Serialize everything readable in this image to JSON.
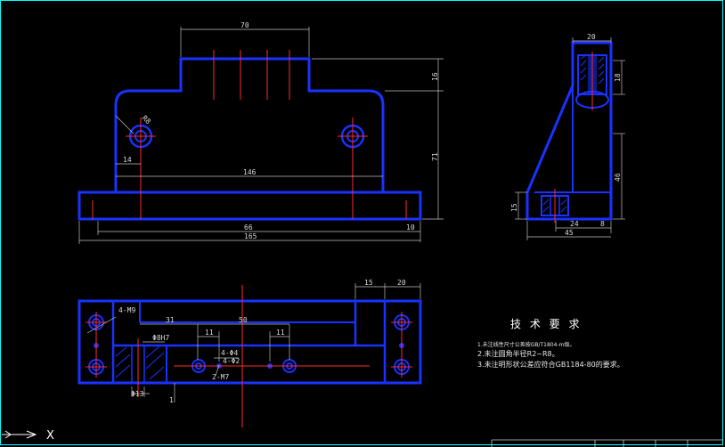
{
  "colors": {
    "background": "#000000",
    "outline": "#1a32ff",
    "dimension": "#bfbfbf",
    "center": "#ff2a2a",
    "text": "#e6e6e6",
    "border": "#00ffff"
  },
  "front_view": {
    "dims": {
      "top_width": "70",
      "right_top": "16",
      "right_height": "71",
      "radius": "R8",
      "hole_offset": "14",
      "inner_width": "146",
      "bottom_66": "66",
      "bottom_10": "10",
      "overall": "165"
    }
  },
  "side_view": {
    "dims": {
      "top": "20",
      "right_top": "18",
      "right_mid": "46",
      "left_low": "15",
      "bot_24": "24",
      "bot_8": "8",
      "bottom": "45"
    }
  },
  "plan_view": {
    "dims": {
      "d15": "15",
      "d20": "20",
      "d31": "31",
      "d50": "50",
      "d11a": "11",
      "d11b": "11",
      "hole_4m9": "4-M9",
      "hole_8h7": "Φ8H7",
      "hole_4d4": "4-Φ4",
      "hole_4d2": "4-Φ2",
      "hole_2m7": "2-M7",
      "d13": "Φ13",
      "d1": "1"
    }
  },
  "notes": {
    "title": "技 术 要 求",
    "items": [
      "1.未注线性尺寸公差按GB/T1804-m级。",
      "2.未注圆角半径R2~R8。",
      "3.未注明形状公差应符合GB1184-80的要求。"
    ]
  },
  "ucs": {
    "label": "X"
  }
}
